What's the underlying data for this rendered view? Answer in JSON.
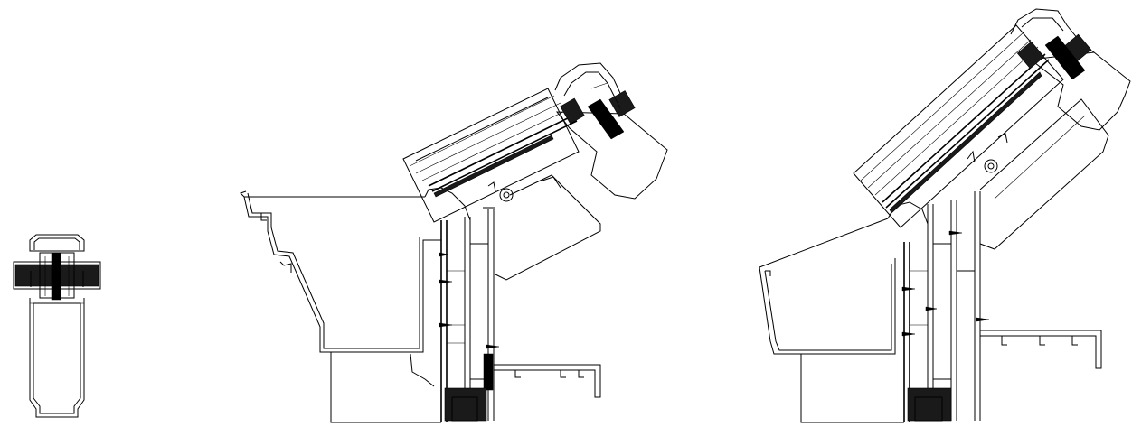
{
  "drawing": {
    "background_color": "#ffffff",
    "line_color": "#000000",
    "views": [
      {
        "id": "mullion-section"
      },
      {
        "id": "gutter-eave-detail-left"
      },
      {
        "id": "gutter-eave-detail-right"
      }
    ]
  }
}
